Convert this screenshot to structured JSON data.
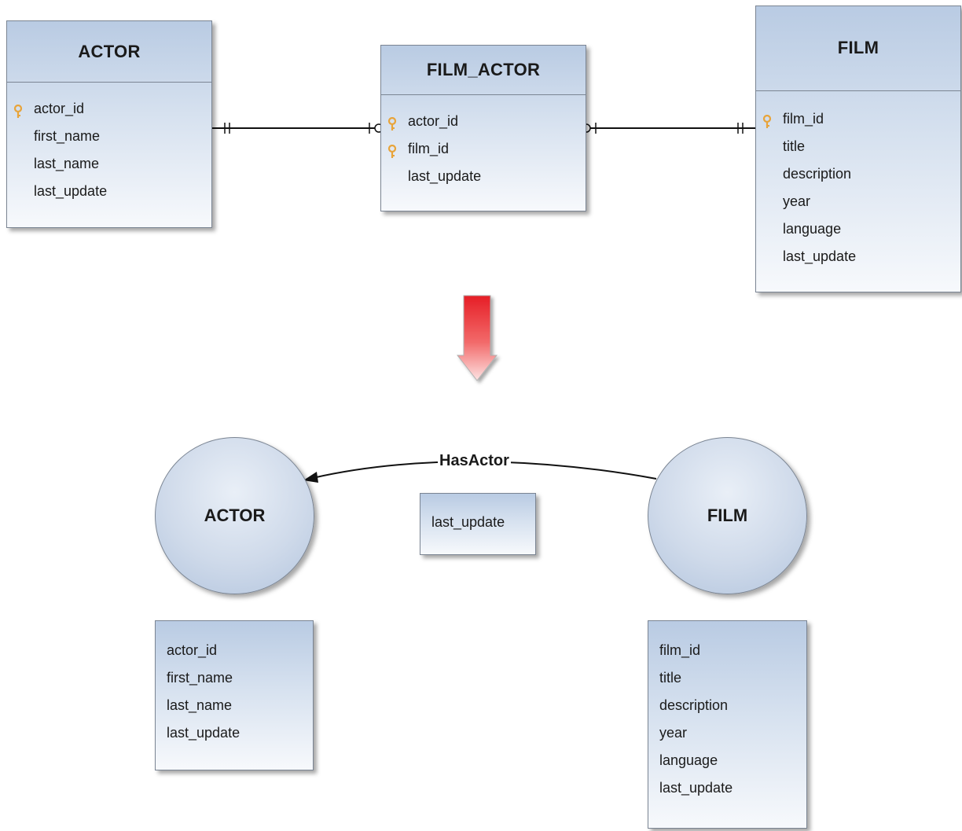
{
  "top": {
    "actor": {
      "title": "ACTOR",
      "fields": [
        "actor_id",
        "first_name",
        "last_name",
        "last_update"
      ],
      "keys": [
        true,
        false,
        false,
        false
      ]
    },
    "film_actor": {
      "title": "FILM_ACTOR",
      "fields": [
        "actor_id",
        "film_id",
        "last_update"
      ],
      "keys": [
        true,
        true,
        false
      ]
    },
    "film": {
      "title": "FILM",
      "fields": [
        "film_id",
        "title",
        "description",
        "year",
        "language",
        "last_update"
      ],
      "keys": [
        true,
        false,
        false,
        false,
        false,
        false
      ]
    }
  },
  "bottom": {
    "actor_node": {
      "label": "ACTOR",
      "fields": [
        "actor_id",
        "first_name",
        "last_name",
        "last_update"
      ]
    },
    "film_node": {
      "label": "FILM",
      "fields": [
        "film_id",
        "title",
        "description",
        "year",
        "language",
        "last_update"
      ]
    },
    "relationship": {
      "label": "HasActor",
      "properties": [
        "last_update"
      ]
    }
  },
  "colors": {
    "box_top": "#b9cbe3",
    "box_bottom": "#f7f9fc",
    "border": "#7b8593",
    "arrow_red": "#e8222b",
    "key": "#e8a43a"
  },
  "icons": {
    "primary_key": "key-icon",
    "transform_arrow": "down-arrow-icon"
  }
}
